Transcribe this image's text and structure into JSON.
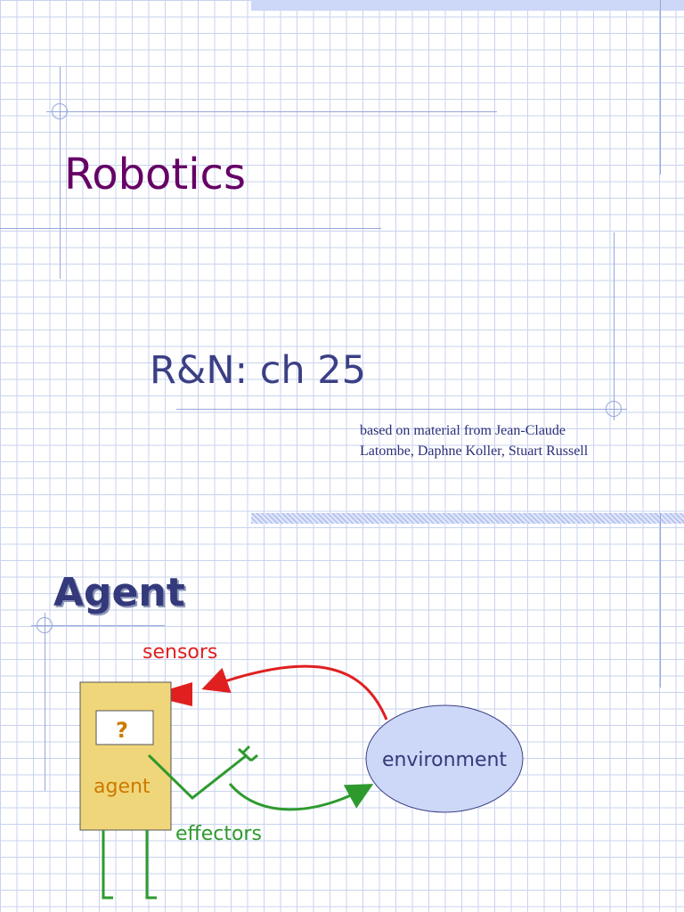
{
  "slide1": {
    "title": "Robotics",
    "subtitle": "R&N: ch 25",
    "credit": "based on material from Jean-Claude Latombe, Daphne Koller, Stuart Russell"
  },
  "slide2": {
    "title": "Agent",
    "diagram": {
      "sensors_label": "sensors",
      "agent_label": "agent",
      "unknown_symbol": "?",
      "effectors_label": "effectors",
      "environment_label": "environment"
    }
  },
  "colors": {
    "title": "#660066",
    "subtitle": "#3b3f85",
    "sensors": "#e02020",
    "effectors": "#2e9a2e",
    "agent_box": "#f0d67a",
    "agent_text": "#cc7a00",
    "environment_fill": "#cdd8f8"
  }
}
